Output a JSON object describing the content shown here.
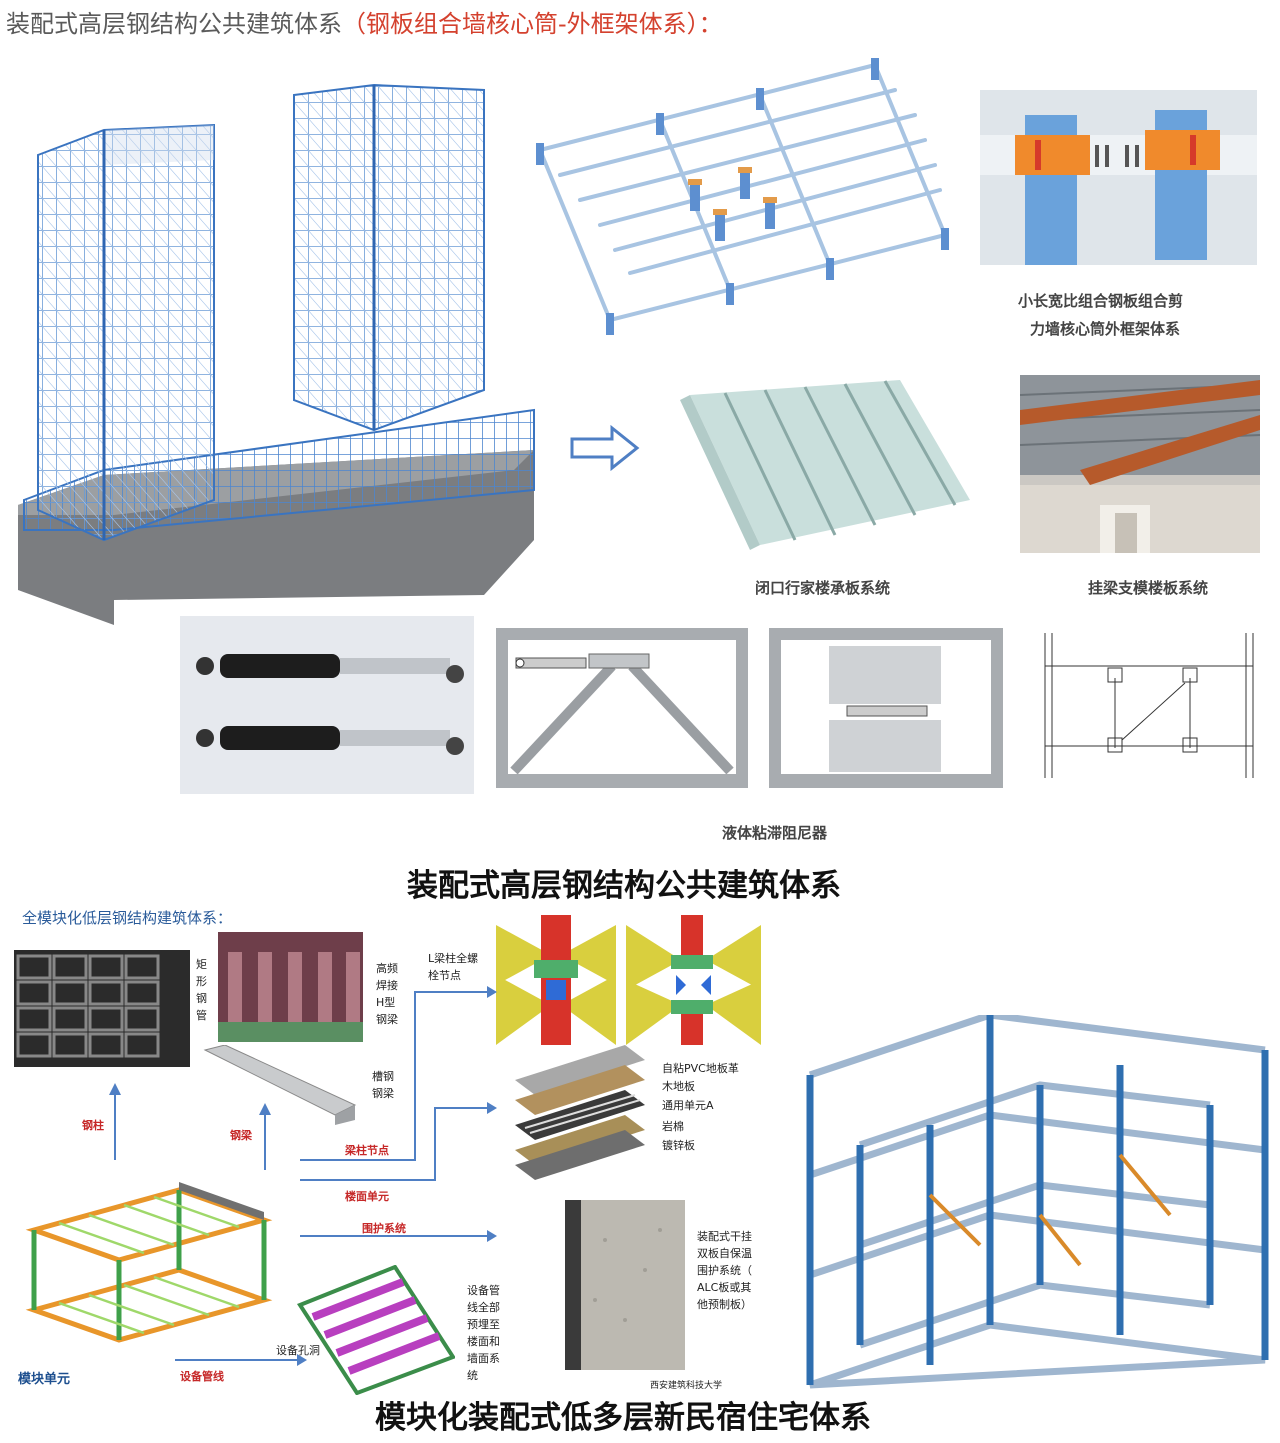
{
  "header": {
    "main": "装配式高层钢结构公共建筑体系",
    "sub": "（钢板组合墙核心筒-外框架体系）："
  },
  "captions": {
    "shear_wall_line1": "小长宽比组合钢板组合剪",
    "shear_wall_line2": "力墙核心筒外框架体系",
    "deck": "闭口行家楼承板系统",
    "hanging_beam": "挂梁支模楼板系统",
    "damper": "液体粘滞阻尼器",
    "section1": "装配式高层钢结构公共建筑体系",
    "section2": "模块化装配式低多层新民宿住宅体系"
  },
  "modular": {
    "title": "全模块化低层钢结构建筑体系：",
    "rect_tube_chars": [
      "矩",
      "形",
      "钢",
      "管"
    ],
    "h_beam_chars": [
      "高频",
      "焊接",
      "H型",
      "钢梁"
    ],
    "channel_chars": [
      "槽钢",
      "钢梁"
    ],
    "bolted_joint": [
      "L梁柱全螺",
      "栓节点"
    ],
    "steel_column": "钢柱",
    "steel_beam": "钢梁",
    "beam_col_joint": "梁柱节点",
    "floor_unit": "楼面单元",
    "envelope": "围护系统",
    "module_unit": "模块单元",
    "pipes": "设备管线",
    "hole": "设备孔洞",
    "layers": [
      "自粘PVC地板革",
      "木地板",
      "通用单元A",
      "岩棉",
      "镀锌板"
    ],
    "wall_desc": [
      "装配式干挂",
      "双板自保温",
      "围护系统（",
      "ALC板或其",
      "他预制板）"
    ],
    "pipes_desc": [
      "设备管",
      "线全部",
      "预埋至",
      "楼面和",
      "墙面系",
      "统"
    ],
    "university": "西安建筑科技大学"
  },
  "colors": {
    "title_gray": "#5a5a5a",
    "title_red": "#d4412e",
    "label_red": "#c62828",
    "arrow_blue": "#4f7fc4",
    "frame_blue": "#2f6fb0",
    "brace_orange": "#d98a2a"
  }
}
